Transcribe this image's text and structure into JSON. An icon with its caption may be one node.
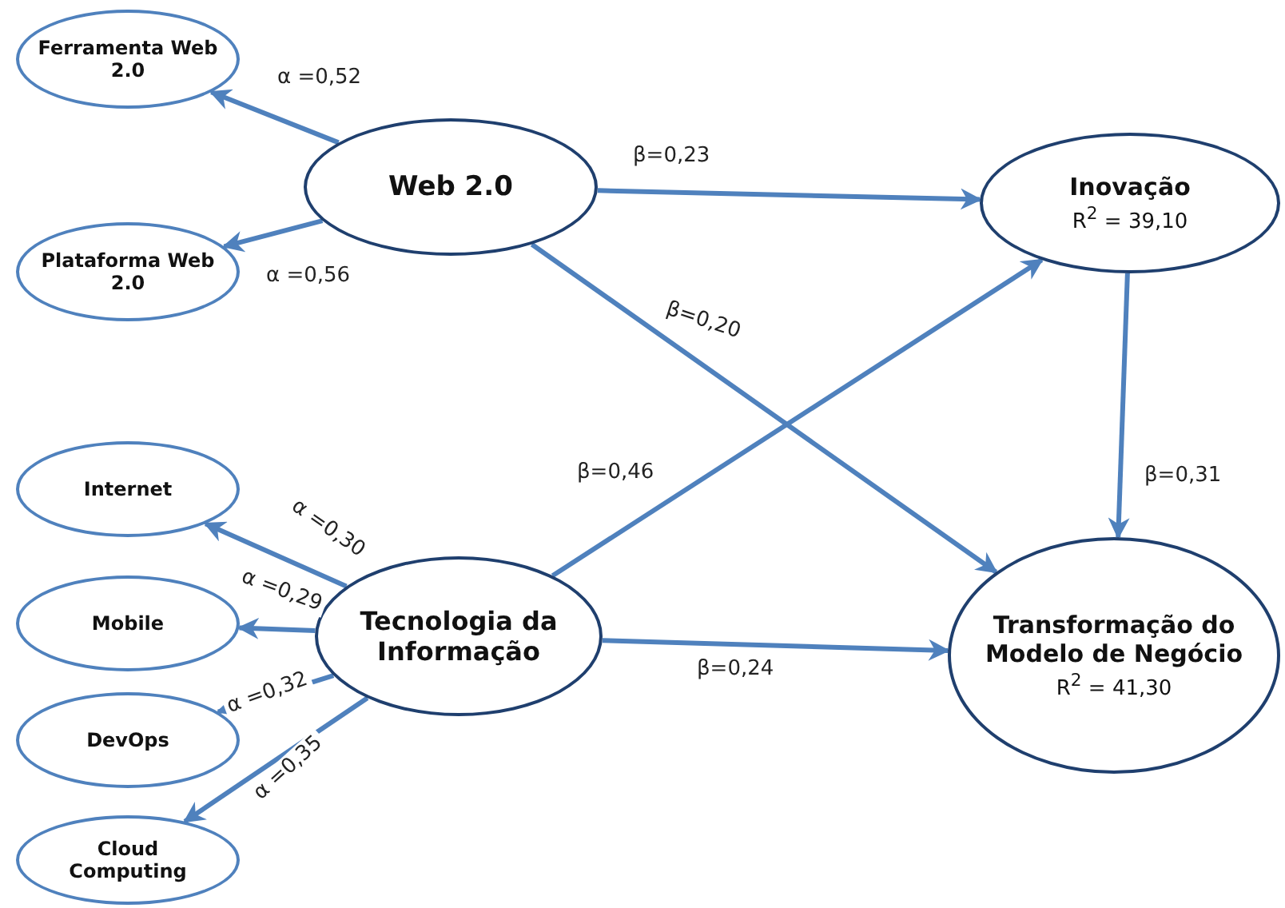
{
  "diagram": {
    "nodes": [
      {
        "text": [
          "Ferramenta Web 2.0"
        ]
      },
      {
        "text": [
          "Web 2.0"
        ]
      },
      {
        "text": [
          "Plataforma Web 2.0"
        ]
      },
      {
        "text": [
          "Inovação",
          "R$^{2}$ = 39,10"
        ]
      },
      {
        "text": [
          "Internet"
        ]
      },
      {
        "text": [
          "Tecnologia da Informação"
        ]
      },
      {
        "text": [
          "Mobile"
        ]
      },
      {
        "text": [
          "DevOps"
        ]
      },
      {
        "text": [
          "Cloud Computing"
        ]
      },
      {
        "text": [
          "Transformação do Modelo de Negócio",
          "R$^{2}$ = 41,30"
        ]
      }
    ],
    "edges": [
      {
        "from": 1,
        "to": 0,
        "arrow": "to",
        "label": "α =0,52"
      },
      {
        "from": 1,
        "to": 2,
        "arrow": "to",
        "label": "α =0,56"
      },
      {
        "from": 1,
        "to": 3,
        "arrow": "to",
        "label": "β=0,23"
      },
      {
        "from": 1,
        "to": 9,
        "arrow": "to",
        "label": "β=0,20"
      },
      {
        "from": 5,
        "to": 4,
        "arrow": "to",
        "label": "α =0,30"
      },
      {
        "from": 5,
        "to": 6,
        "arrow": "to",
        "label": "α =0,29"
      },
      {
        "from": 5,
        "to": 7,
        "arrow": "to",
        "label": "α =0,32"
      },
      {
        "from": 5,
        "to": 8,
        "arrow": "to",
        "label": "α =0,35"
      },
      {
        "from": 5,
        "to": 3,
        "arrow": "to",
        "label": "β=0,46"
      },
      {
        "from": 5,
        "to": 9,
        "arrow": "to",
        "label": "β=0,24"
      },
      {
        "from": 3,
        "to": 9,
        "arrow": "to",
        "label": "β=0,31"
      }
    ]
  }
}
